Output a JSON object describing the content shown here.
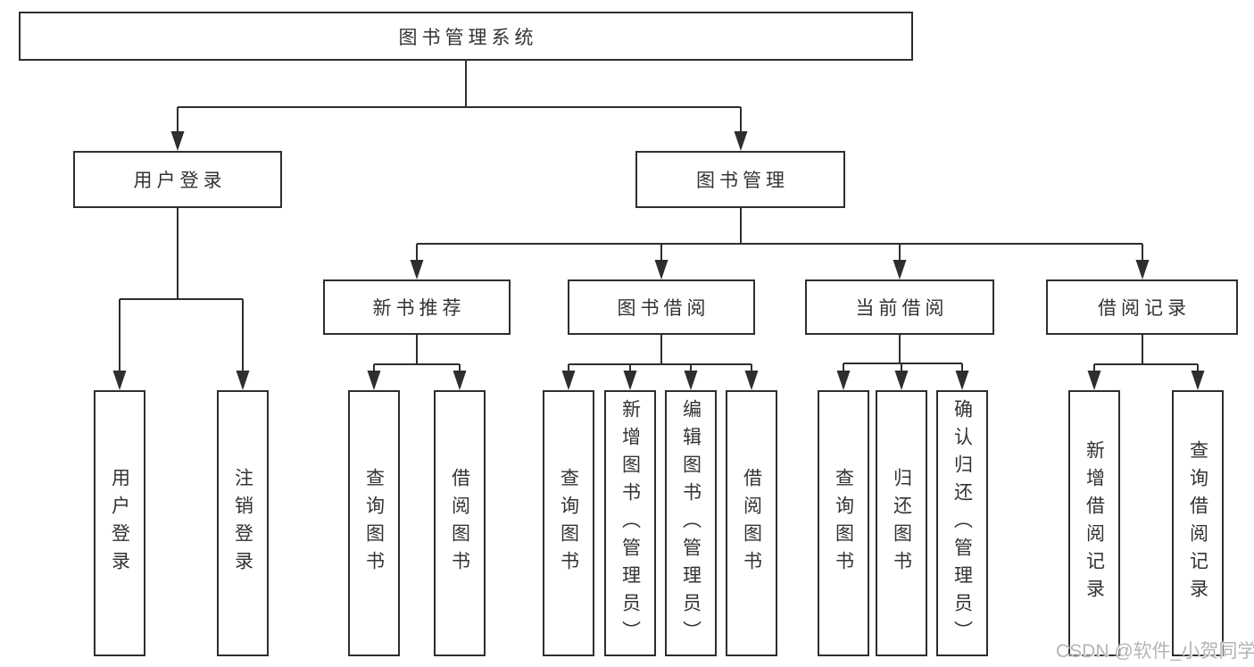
{
  "tree": {
    "root": "图书管理系统",
    "level2": [
      "用户登录",
      "图书管理"
    ],
    "level3": [
      "新书推荐",
      "图书借阅",
      "当前借阅",
      "借阅记录"
    ],
    "leaves": {
      "user_login": [
        "用户登录",
        "注销登录"
      ],
      "new_book_recommend": [
        "查询图书",
        "借阅图书"
      ],
      "book_borrow": [
        "查询图书",
        "新增图书（管理员）",
        "编辑图书（管理员）",
        "借阅图书"
      ],
      "current_borrow": [
        "查询图书",
        "归还图书",
        "确认归还（管理员）"
      ],
      "borrow_records": [
        "新增借阅记录",
        "查询借阅记录"
      ]
    }
  },
  "watermark": {
    "text": "CSDN @软件_小贺同学"
  },
  "colors": {
    "line": "#2e2e2e",
    "box_border": "#2e2e2e",
    "text": "#333333",
    "watermark": "#b5b5b5",
    "background": "#ffffff"
  }
}
